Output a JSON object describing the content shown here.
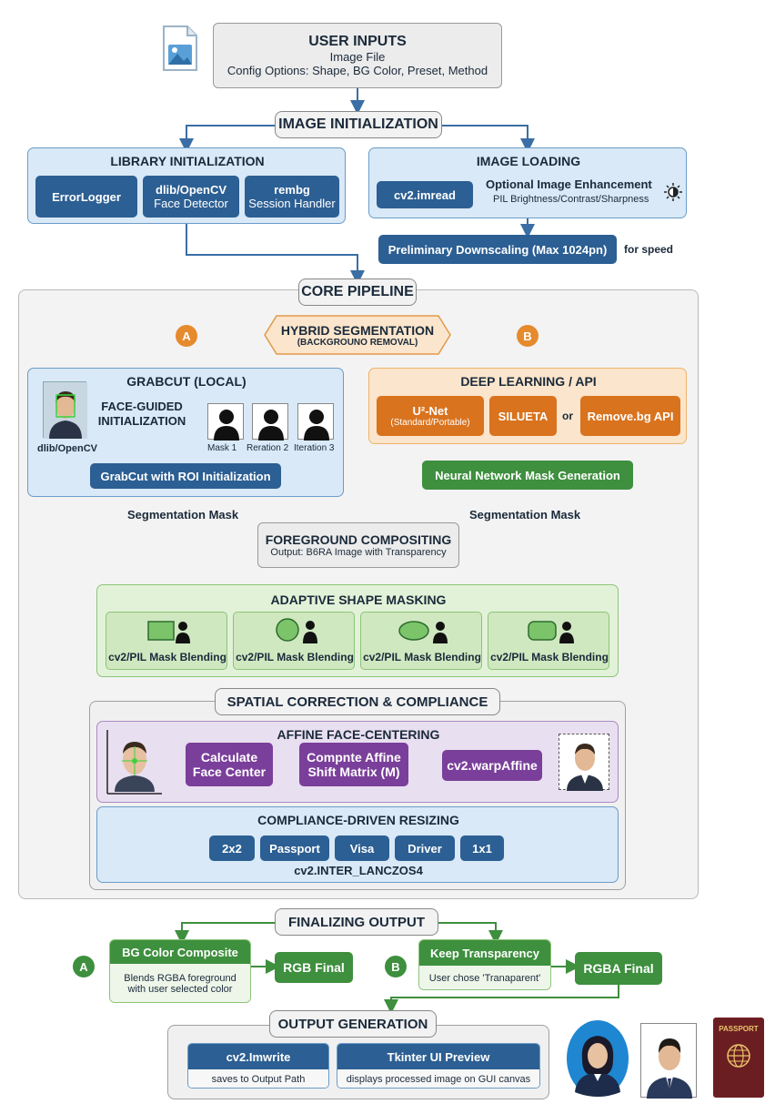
{
  "user_inputs": {
    "title": "USER INPUTS",
    "line1": "Image File",
    "line2": "Config Options: Shape, BG Color, Preset, Method"
  },
  "image_init": "IMAGE INITIALIZATION",
  "library_init": {
    "title": "LIBRARY INITIALIZATION",
    "errorlogger": "ErrorLogger",
    "dlib_a": "dlib/OpenCV",
    "dlib_b": "Face Detector",
    "rembg_a": "rembg",
    "rembg_b": "Session Handler"
  },
  "image_loading": {
    "title": "IMAGE LOADING",
    "imread": "cv2.imread",
    "opt_title": "Optional Image Enhancement",
    "opt_sub": "PIL Brightness/Contrast/Sharpness",
    "downscale": "Preliminary Downscaling (Max 1024pn)",
    "for_speed": "for speed"
  },
  "core_pipeline": "CORE PIPELINE",
  "hybrid": {
    "title": "HYBRID SEGMENTATION",
    "sub": "(BACKGROUNO REMOVAL)",
    "a": "A",
    "b": "B"
  },
  "grabcut": {
    "title": "GRABCUT (LOCAL)",
    "face_guided_1": "FACE-GUIDED",
    "face_guided_2": "INITIALIZATION",
    "dlib": "dlib/OpenCV",
    "mask1": "Mask 1",
    "mask2": "Reration 2",
    "mask3": "Iteration 3",
    "roi": "GrabCut with ROI Initialization"
  },
  "deep": {
    "title": "DEEP LEARNING / API",
    "u2net": "U²-Net",
    "u2net_sub": "(Standard/Portable)",
    "silueta": "SILUETA",
    "or": "or",
    "removebg": "Remove.bg API",
    "nn": "Neural Network Mask Generation"
  },
  "seg_mask_left": "Segmentation Mask",
  "seg_mask_right": "Segmentation Mask",
  "fg": {
    "title": "FOREGROUND COMPOSITING",
    "sub": "Output: B6RA Image with Transparency"
  },
  "adaptive": {
    "title": "ADAPTIVE SHAPE MASKING",
    "items": [
      "cv2/PIL Mask Blending",
      "cv2/PIL Mask Blending",
      "cv2/PIL Mask Blending",
      "cv2/PIL Mask Blending"
    ]
  },
  "spatial": "SPATIAL CORRECTION & COMPLIANCE",
  "affine": {
    "title": "AFFINE FACE-CENTERING",
    "calc_1": "Calculate",
    "calc_2": "Face Center",
    "comp_1": "Compnte Affine",
    "comp_2": "Shift Matrix (M)",
    "warp": "cv2.warpAffine"
  },
  "resize": {
    "title": "COMPLIANCE-DRIVEN RESIZING",
    "presets": [
      "2x2",
      "Passport",
      "Visa",
      "Driver",
      "1x1"
    ],
    "method": "cv2.INTER_LANCZOS4"
  },
  "finalizing": "FINALIZING OUTPUT",
  "final_a": {
    "badge": "A",
    "title": "BG Color Composite",
    "sub1": "Blends RGBA foreground",
    "sub2": "with user selected color",
    "result": "RGB Final"
  },
  "final_b": {
    "badge": "B",
    "title": "Keep Transparency",
    "sub": "User chose 'Tranaparent'",
    "result": "RGBA Final"
  },
  "output": {
    "title": "OUTPUT GENERATION",
    "imwrite": "cv2.Imwrite",
    "imwrite_sub": "saves to Output Path",
    "tk": "Tkinter UI Preview",
    "tk_sub": "displays processed image on GUI canvas",
    "passport": "PASSPORT"
  },
  "colors": {
    "dark_blue": "#2c5f93",
    "green": "#3e8f3e",
    "orange": "#d9731e",
    "purple": "#7a3f9a"
  }
}
